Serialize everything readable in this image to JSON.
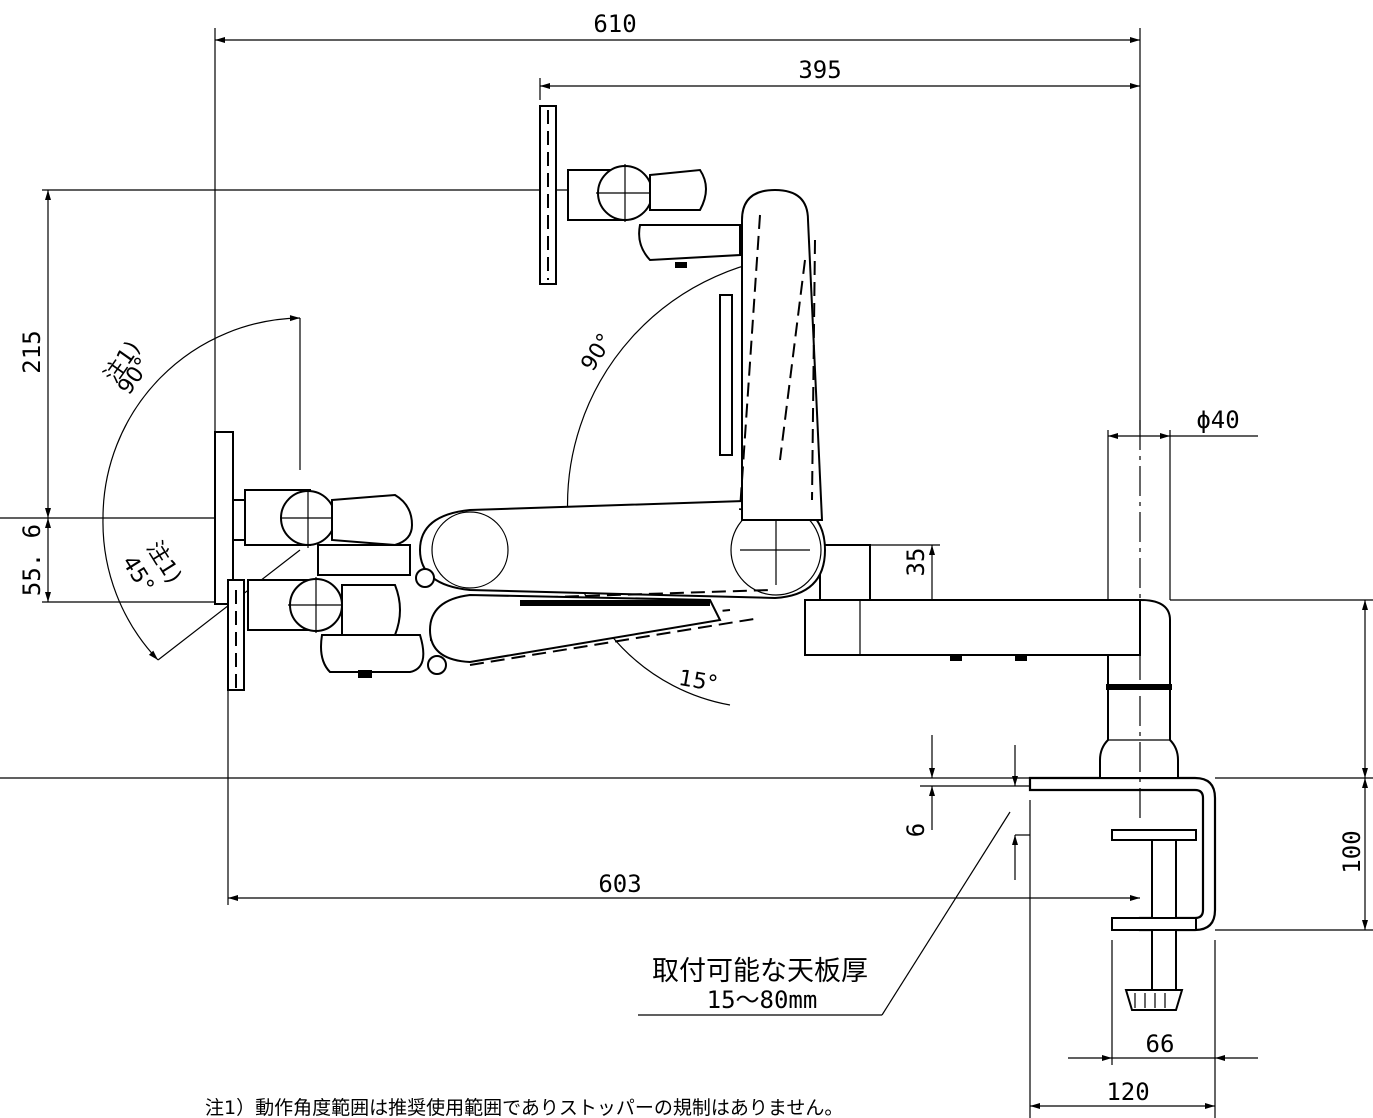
{
  "dimensions": {
    "top_width": "610",
    "arm_reach": "395",
    "height_up": "215",
    "height_down": "55. 6",
    "pole_diameter": "ϕ40",
    "arm_offset": "35",
    "desk_offset": "6",
    "bottom_width": "603",
    "clamp_height": "100",
    "clamp_inner": "66",
    "clamp_outer": "120"
  },
  "angles": {
    "tilt_up_note": "注1)",
    "tilt_up": "90°",
    "tilt_down_note": "注1)",
    "tilt_down": "45°",
    "arm_swing": "90°",
    "arm_drop": "15°"
  },
  "desk_label": {
    "title": "取付可能な天板厚",
    "range": "15～80mm"
  },
  "footnote": "注1）動作角度範囲は推奨使用範囲でありストッパーの規制はありません。"
}
